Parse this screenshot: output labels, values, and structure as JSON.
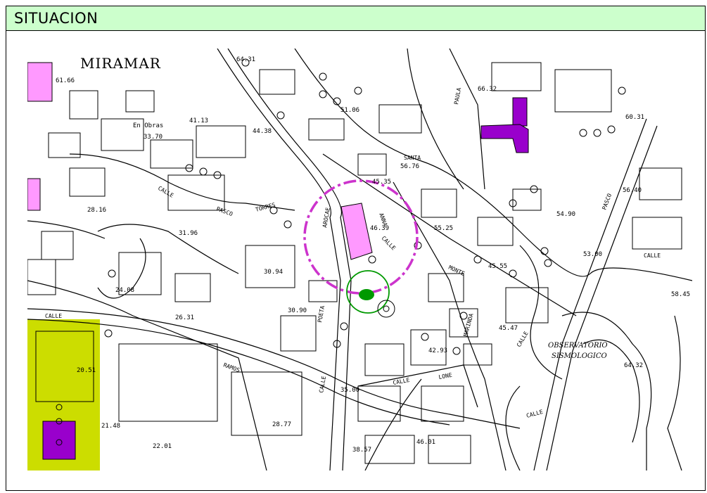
{
  "header": {
    "title": "SITUACION"
  },
  "colors": {
    "header_bg": "#ccffcc",
    "building_pink": "#ff99ff",
    "building_purple": "#9900cc",
    "park_green": "#ccdd00",
    "marker_green": "#009900",
    "circle_magenta": "#cc33cc"
  },
  "map": {
    "area_name": "MIRAMAR",
    "note_en_obras": "En Obras",
    "observatory_line1": "OBSERVATORIO",
    "observatory_line2": "SISMOLOGICO",
    "streets": {
      "paula": "PAULA",
      "santa": "SANTA",
      "calle_1": "CALLE",
      "pasco": "PASCO",
      "torres": "TORRES",
      "arocae": "AROCAE",
      "anna": "ANNA",
      "calle_2": "CALLE",
      "monte": "MONTE",
      "pasco_2": "PASCO",
      "calle_3": "CALLE",
      "calle_4": "CALLE",
      "ramos": "RAMOS",
      "calle_5": "CALLE",
      "calle_6": "CALLE",
      "poeta": "POETA",
      "calle_7": "CALLE",
      "marinda": "MARINDA",
      "calle_8": "CALLE",
      "lone": "LONE"
    },
    "elevations": {
      "e1": "64.31",
      "e2": "66.32",
      "e3": "61.66",
      "e4": "51.06",
      "e5": "60.31",
      "e6": "41.13",
      "e7": "33.70",
      "e8": "44.38",
      "e9": "56.76",
      "e10": "45.35",
      "e11": "56.40",
      "e12": "28.16",
      "e13": "31.96",
      "e14": "46.39",
      "e15": "55.25",
      "e16": "54.90",
      "e17": "53.00",
      "e18": "24.08",
      "e19": "30.94",
      "e20": "45.55",
      "e21": "58.45",
      "e22": "26.31",
      "e23": "30.90",
      "e24": "45.47",
      "e25": "42.93",
      "e26": "20.51",
      "e27": "35.00",
      "e28": "64.32",
      "e29": "21.48",
      "e30": "28.77",
      "e31": "22.01",
      "e32": "38.57",
      "e33": "46.01"
    }
  }
}
